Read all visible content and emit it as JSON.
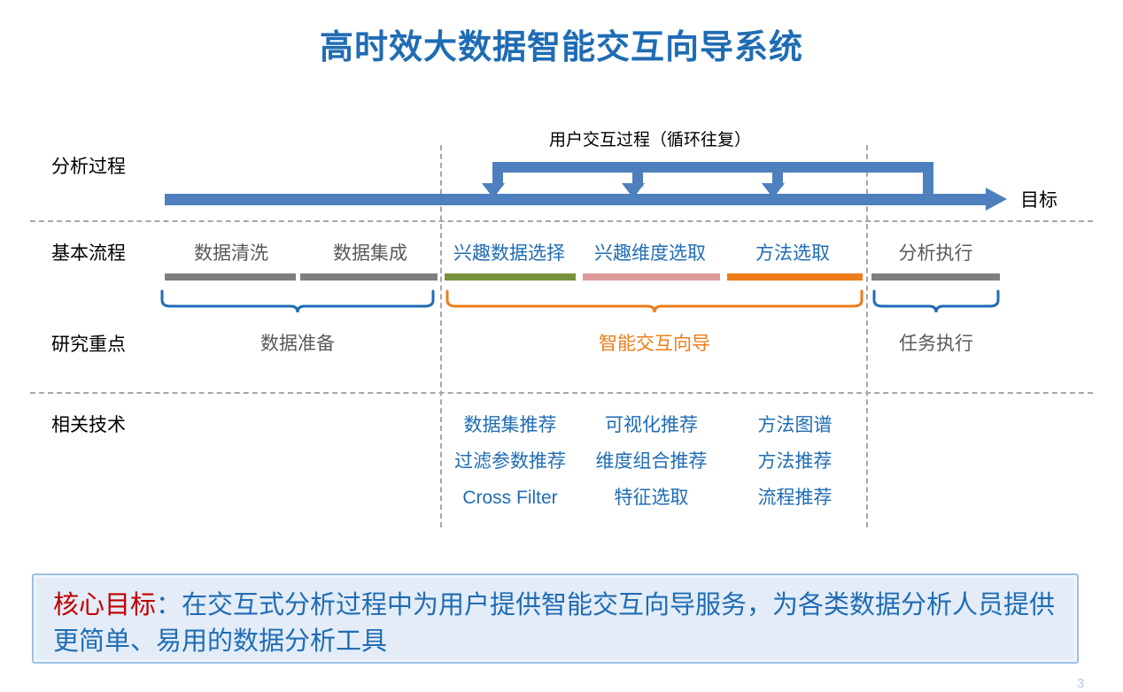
{
  "title": "高时效大数据智能交互向导系统",
  "rows": {
    "process_label": "分析过程",
    "flow_label": "基本流程",
    "focus_label": "研究重点",
    "tech_label": "相关技术"
  },
  "process": {
    "loop_caption": "用户交互过程（循环往复）",
    "goal_label": "目标"
  },
  "stages": [
    {
      "label": "数据清洗",
      "color": "#7f7f7f",
      "text_color": "#595959"
    },
    {
      "label": "数据集成",
      "color": "#7f7f7f",
      "text_color": "#595959"
    },
    {
      "label": "兴趣数据选择",
      "color": "#77933c",
      "text_color": "#1f6cb4"
    },
    {
      "label": "兴趣维度选取",
      "color": "#dd9999",
      "text_color": "#1f6cb4"
    },
    {
      "label": "方法选取",
      "color": "#ed7d1a",
      "text_color": "#1f6cb4"
    },
    {
      "label": "分析执行",
      "color": "#7f7f7f",
      "text_color": "#595959"
    }
  ],
  "focus": [
    {
      "label": "数据准备",
      "color": "#595959",
      "brace_color": "#1f6cb4"
    },
    {
      "label": "智能交互向导",
      "color": "#ed7d1a",
      "brace_color": "#ed7d1a"
    },
    {
      "label": "任务执行",
      "color": "#595959",
      "brace_color": "#1f6cb4"
    }
  ],
  "tech_columns": [
    {
      "items": [
        "数据集推荐",
        "过滤参数推荐",
        "Cross Filter"
      ]
    },
    {
      "items": [
        "可视化推荐",
        "维度组合推荐",
        "特征选取"
      ]
    },
    {
      "items": [
        "方法图谱",
        "方法推荐",
        "流程推荐"
      ]
    }
  ],
  "callout": {
    "key": "核心目标",
    "body": "：在交互式分析过程中为用户提供智能交互向导服务，为各类数据分析人员提供更简单、易用的数据分析工具"
  },
  "page_number": "3",
  "colors": {
    "title_blue": "#1f6cb4",
    "arrow_blue": "#4e80bd",
    "accent_orange": "#ed7d1a",
    "key_red": "#c00000",
    "dash_gray": "#a6a6a6",
    "callout_bg": "#e3ecf7",
    "callout_border": "#9cc2e5"
  }
}
